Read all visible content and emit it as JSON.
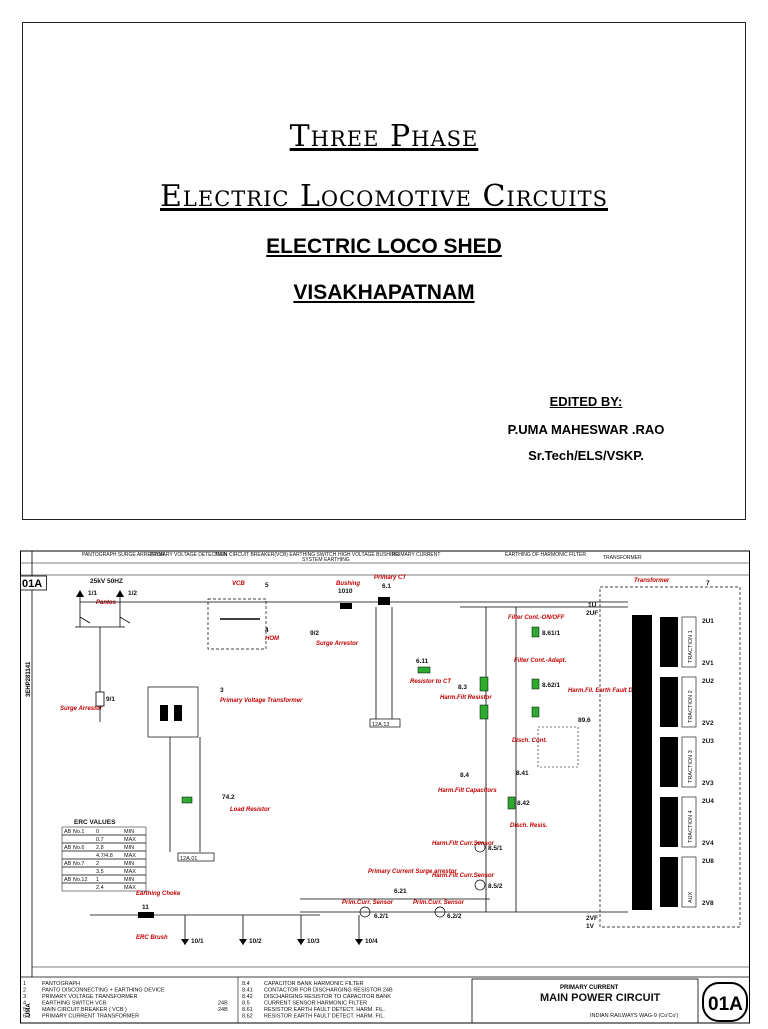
{
  "cover": {
    "title_line1": "Three  Phase",
    "title_line2": "Electric  Locomotive  Circuits",
    "shed": "ELECTRIC LOCO SHED",
    "city": "VISAKHAPATNAM",
    "edited_by": "EDITED BY:",
    "editor_name": "P.UMA MAHESWAR .RAO",
    "editor_role": "Sr.Tech/ELS/VSKP."
  },
  "schematic": {
    "sheet_tag": "01A",
    "side_code": "3EHP281141",
    "author_tag": "UMA",
    "header_labels": [
      "PANTOGRAPH SURGE ARRESTOR",
      "PRIMARY VOLTAGE DETECTION",
      "MAIN CIRCUIT BREAKER(VCB) EARTHING SWITCH",
      "SYSTEM EARTHING",
      "HIGH VOLTAGE BUSHING",
      "PRIMARY CURRENT",
      "EARTHING OF HARMONIC FILTER",
      "TRANSFORMER"
    ],
    "supply": "25kV 50HZ",
    "panto1": "1/1",
    "panto2": "1/2",
    "pantos": "Pantos",
    "vcb": "VCB",
    "bushing": "Bushing",
    "bushing_no": "1010",
    "primary_ct": "Primary CT",
    "primary_ct_no": "6.1",
    "surge_arrestor": "Surge Arrestor",
    "surge_no": "9/1",
    "surge2": "Surge Arrestor",
    "surge2_no": "9/2",
    "pvt": "Primary Voltage Transformer",
    "pvt_no": "3",
    "load_resistor": "Load Resistor",
    "load_no": "74.2",
    "hom": "HOM",
    "node_5": "5",
    "node_4": "4",
    "resistor_ct": "Resistor to CT",
    "resistor_ct_no": "6.11",
    "ref_12a13": "12A.13",
    "ref_12a01": "12A.01",
    "filter_onoff": "Filter Cont.-ON/OFF",
    "filter_onoff_no": "8.61/1",
    "filter_adapt": "Filter Cont.-Adapt.",
    "filter_adapt_no": "8.62/1",
    "harm_res": "Harm.Filt Resistor",
    "harm_res_no": "8.3",
    "harm_cap": "Harm.Filt Capacitors",
    "harm_cap_no": "8.4",
    "disch_cont": "Disch. Cont.",
    "disch_no": "8.41",
    "disch_res": "Disch. Resis.",
    "disch_res_no": "8.42",
    "earth_fault": "Harm.Fil. Earth Fault Detect.",
    "earth_fault_no": "89.6",
    "sensor1": "Harm.Filt Curr.Sensor",
    "sensor1_no": "8.5/1",
    "sensor2": "Harm.Filt Curr.Sensor",
    "sensor2_no": "8.5/2",
    "prim_surge": "Primary Current Surge arrestor",
    "prim_surge_no": "6.21",
    "prim_sensor1": "Prim.Curr. Sensor",
    "prim_sensor1_no": "6.2/1",
    "prim_sensor2": "Prim.Curr. Sensor",
    "prim_sensor2_no": "6.2/2",
    "earthing_choke": "Earthing Choke",
    "choke_no": "11",
    "erc_brush": "ERC Brush",
    "transformer": "Transformer",
    "transformer_no": "7",
    "traction": [
      "TRACTION 1",
      "TRACTION 2",
      "TRACTION 3",
      "TRACTION 4",
      "AUX"
    ],
    "terminals": [
      "2U1",
      "2V1",
      "2U2",
      "2V2",
      "2U3",
      "2V3",
      "2U4",
      "2V4",
      "2U8",
      "2V8"
    ],
    "wire_1u": "1U",
    "wire_2uf": "2UF",
    "wire_2vf": "2VF",
    "wire_1v": "1V",
    "erc_table": {
      "title": "ERC VALUES",
      "rows": [
        [
          "AB No.1",
          "0",
          "MIN"
        ],
        [
          "",
          "0.7",
          "MAX"
        ],
        [
          "AB No.6",
          "2.8",
          "MIN"
        ],
        [
          "",
          "4.7/4.8",
          "MAX"
        ],
        [
          "AB No.7",
          "2",
          "MIN"
        ],
        [
          "",
          "3.5",
          "MAX"
        ],
        [
          "AB No.12",
          "1",
          "MIN"
        ],
        [
          "",
          "2.4",
          "MAX"
        ]
      ]
    },
    "earth_nodes": [
      "10/1",
      "10/2",
      "10/3",
      "10/4"
    ],
    "legend_left": [
      [
        "1",
        "PANTOGRAPH"
      ],
      [
        "2",
        "PANTO DISCONNECTING + EARTHING DEVICE"
      ],
      [
        "3",
        "PRIMARY VOLTAGE TRANSFORMER"
      ],
      [
        "4",
        "EARTHING SWITCH VCB",
        "24B"
      ],
      [
        "5",
        "MAIN CIRCUIT BREAKER ( VCB )",
        "24B"
      ],
      [
        "6.1",
        "PRIMARY CURRENT TRANSFORMER"
      ]
    ],
    "legend_mid": [
      [
        "8.4",
        "CAPACITOR BANK HARMONIC FILTER"
      ],
      [
        "8.41",
        "CONTACTOR FOR DISCHARGING RESISTOR 24B"
      ],
      [
        "8.42",
        "DISCHARGING RESISTOR TO CAPACITOR BANK"
      ],
      [
        "8.5",
        "CURRENT SENSOR HARMONIC FILTER"
      ],
      [
        "8.61",
        "RESISTOR EARTH FAULT DETECT. HARM. FIL."
      ],
      [
        "8.62",
        "RESISTOR EARTH FAULT DETECT. HARM. FIL."
      ]
    ],
    "title_block_line1": "PRIMARY CURRENT",
    "title_block_line2": "MAIN POWER CIRCUIT",
    "title_block_badge": "01A",
    "title_block_loco": "INDIAN RAILWAYS WAG-9 (Co'Co')"
  }
}
